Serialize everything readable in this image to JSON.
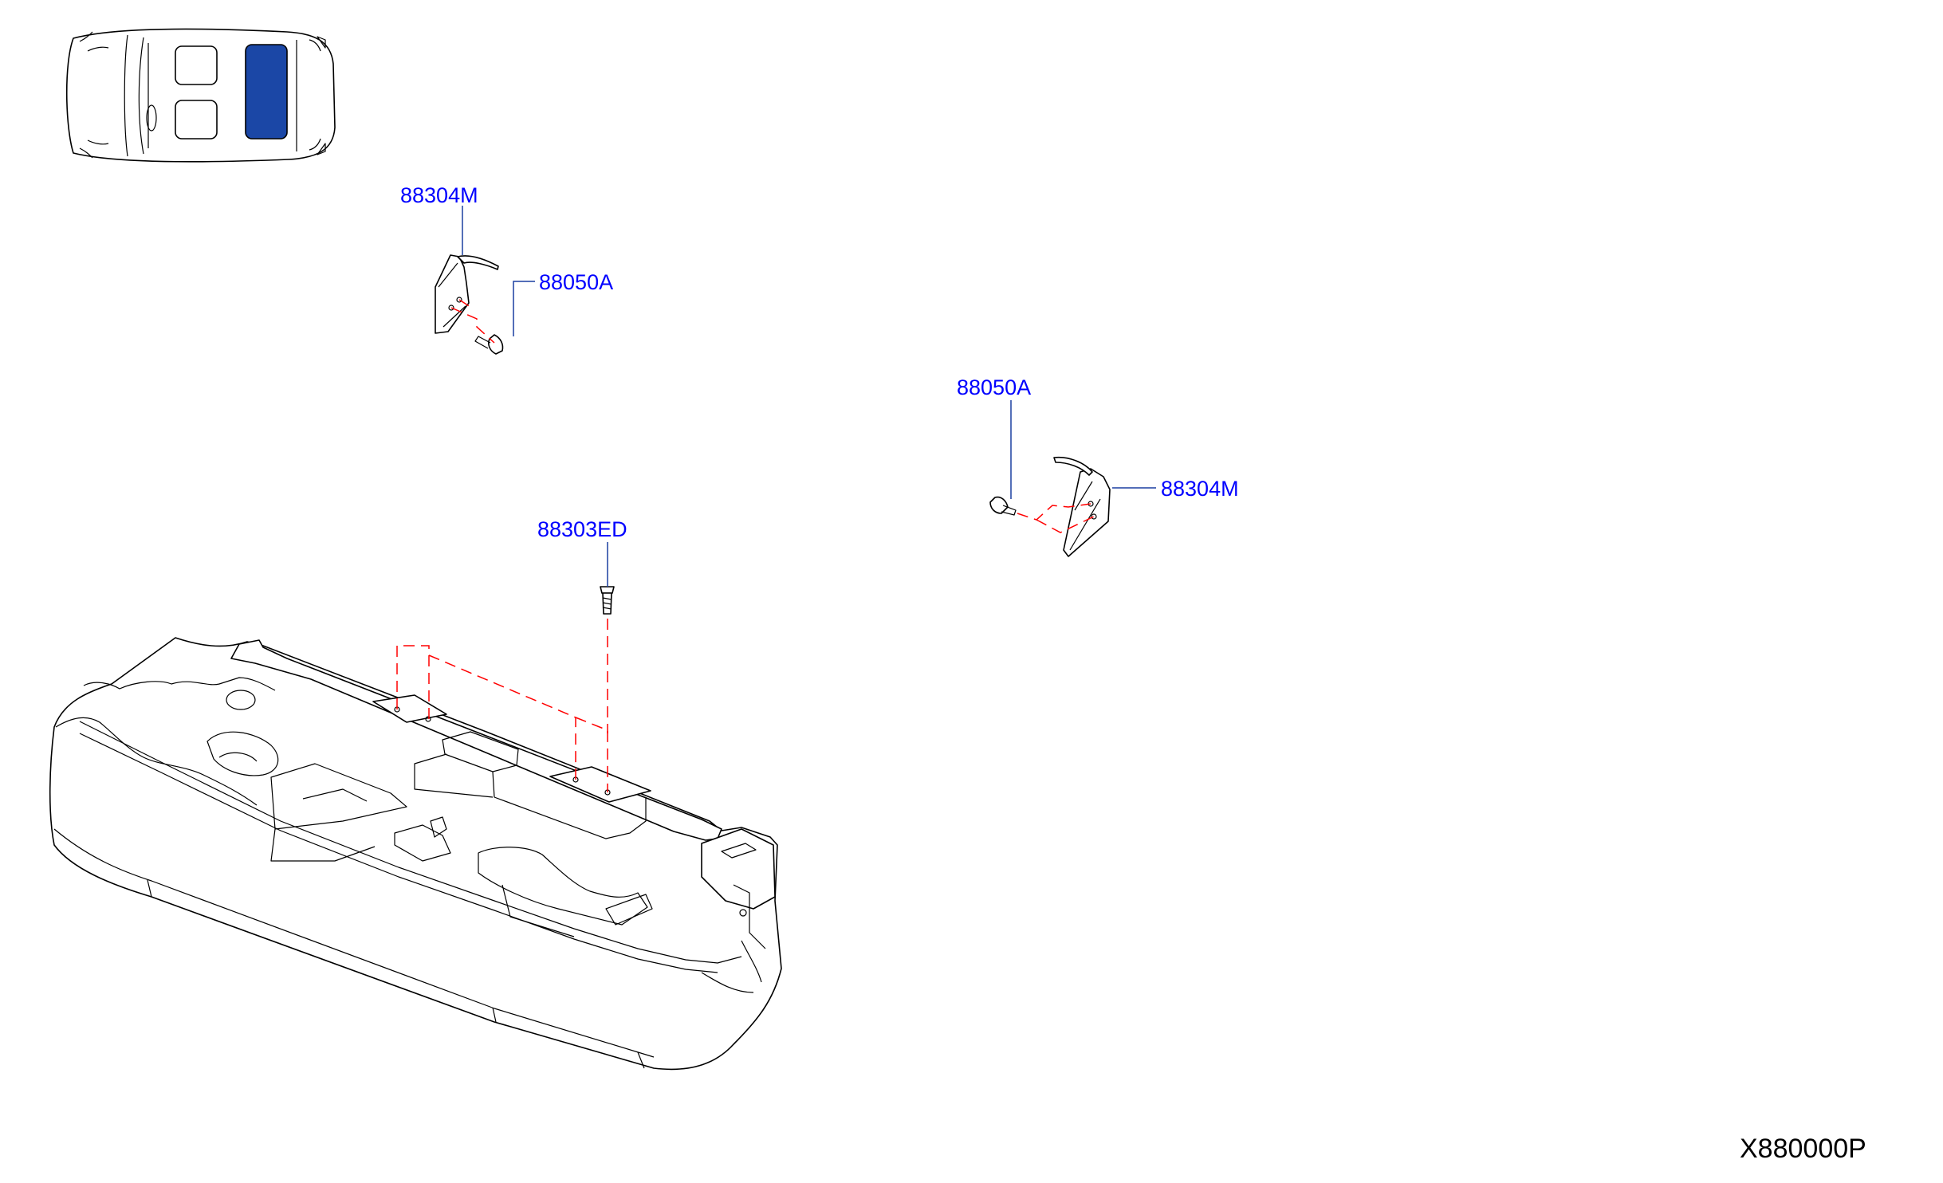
{
  "labels": {
    "bracket_upper_left": "88304M",
    "bolt_upper_left": "88050A",
    "bolt_right": "88050A",
    "bracket_right": "88304M",
    "cushion_clip": "88303ED"
  },
  "diagram_code": "X880000P",
  "colors": {
    "label_text": "#0000ff",
    "leader_line": "#1a3fa0",
    "dashed_guide": "#ff0000",
    "highlight_seat": "#1b47a6"
  }
}
